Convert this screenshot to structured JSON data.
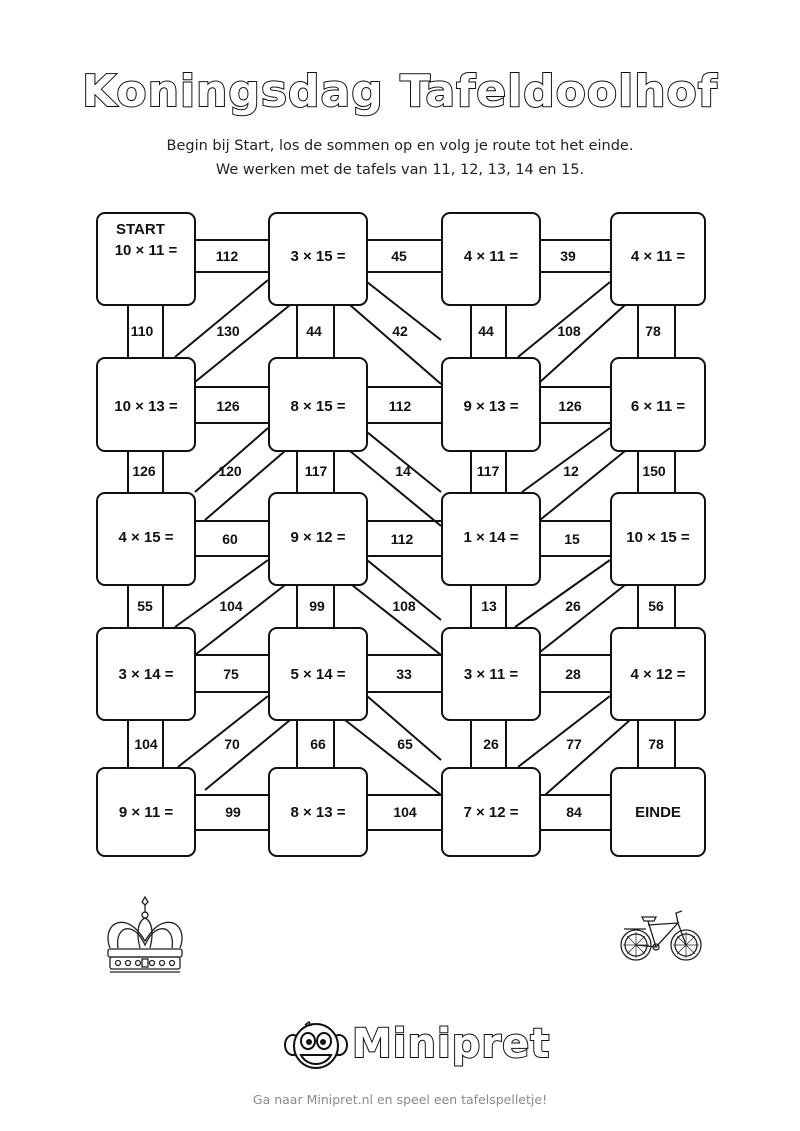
{
  "header": {
    "title": "Koningsdag Tafeldoolhof",
    "instructions_line1": "Begin bij Start, los de sommen op en volg je route tot het einde.",
    "instructions_line2": "We werken met de tafels van 11, 12, 13, 14 en 15."
  },
  "maze": {
    "start_label": "START",
    "end_label": "EINDE",
    "boxes": [
      [
        "10 × 11 =",
        "3 × 15 =",
        "4 × 11 =",
        "4 × 11 ="
      ],
      [
        "10 × 13 =",
        "8 × 15 =",
        "9 × 13 =",
        "6 × 11 ="
      ],
      [
        "4 × 15 =",
        "9 × 12 =",
        "1 × 14 =",
        "10 × 15 ="
      ],
      [
        "3 × 14 =",
        "5 × 14 =",
        "3 × 11 =",
        "4 × 12 ="
      ],
      [
        "9 × 11 =",
        "8 × 13 =",
        "7 × 12 =",
        "EINDE"
      ]
    ],
    "horizontal_paths": [
      [
        "112",
        "45",
        "39"
      ],
      [
        "126",
        "112",
        "126"
      ],
      [
        "60",
        "112",
        "15"
      ],
      [
        "75",
        "33",
        "28"
      ],
      [
        "99",
        "104",
        "84"
      ]
    ],
    "vertical_paths": [
      [
        "110",
        "44",
        "44",
        "78"
      ],
      [
        "126",
        "117",
        "117",
        "150"
      ],
      [
        "55",
        "99",
        "13",
        "56"
      ],
      [
        "104",
        "66",
        "26",
        "78"
      ]
    ],
    "diagonal_paths": [
      [
        "130",
        "42",
        "108"
      ],
      [
        "120",
        "14",
        "12"
      ],
      [
        "104",
        "108",
        "26"
      ],
      [
        "70",
        "65",
        "77"
      ]
    ]
  },
  "decorations": {
    "left_image": "crown-illustration",
    "right_image": "bicycle-illustration"
  },
  "branding": {
    "logo_text": "Minipret",
    "footer_text": "Ga naar Minipret.nl en speel een tafelspelletje!"
  }
}
